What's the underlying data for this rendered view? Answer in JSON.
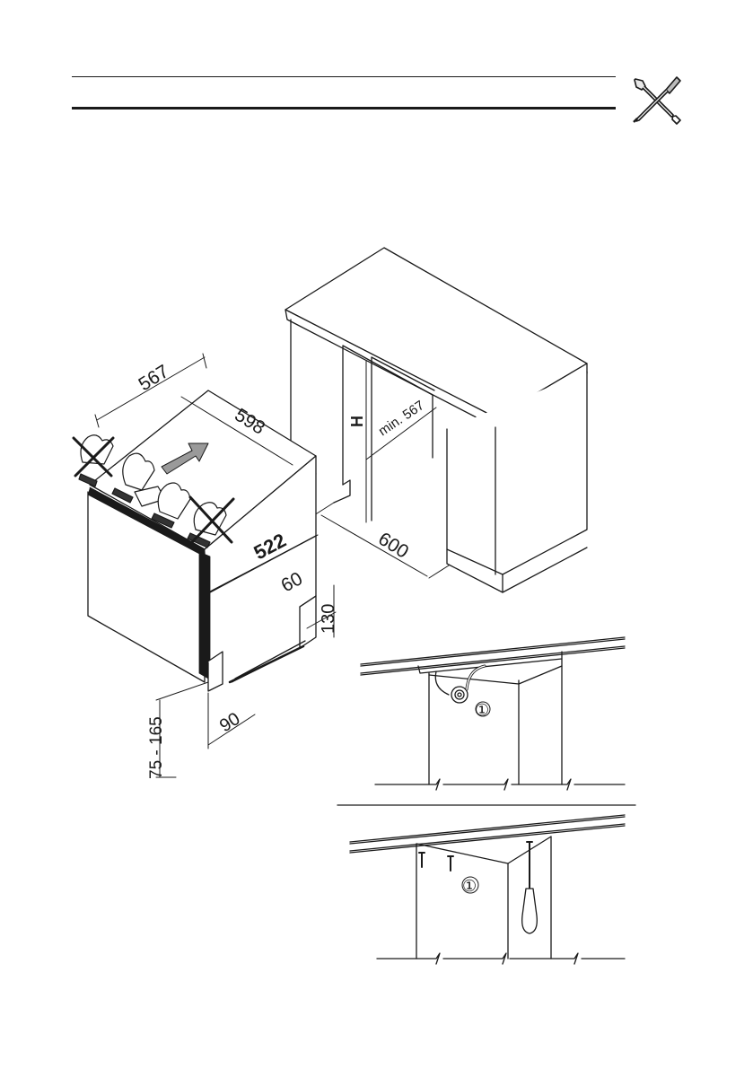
{
  "header": {
    "icon": "tools-icon"
  },
  "main_figure": {
    "dims": {
      "depth": "567",
      "width": "598",
      "height_inner": "522",
      "niche_width": "600",
      "toe_depth": "60",
      "toe_height": "130",
      "plinth_depth": "90",
      "plinth_height": "75 - 165",
      "niche_height_label": "H",
      "niche_depth": "min. 567"
    }
  },
  "detail_top": {
    "callout": "①"
  },
  "detail_bottom": {
    "callout": "①"
  },
  "colors": {
    "ink": "#1a1a1a",
    "arrow": "#9a9a9a",
    "hatch": "#333333"
  }
}
